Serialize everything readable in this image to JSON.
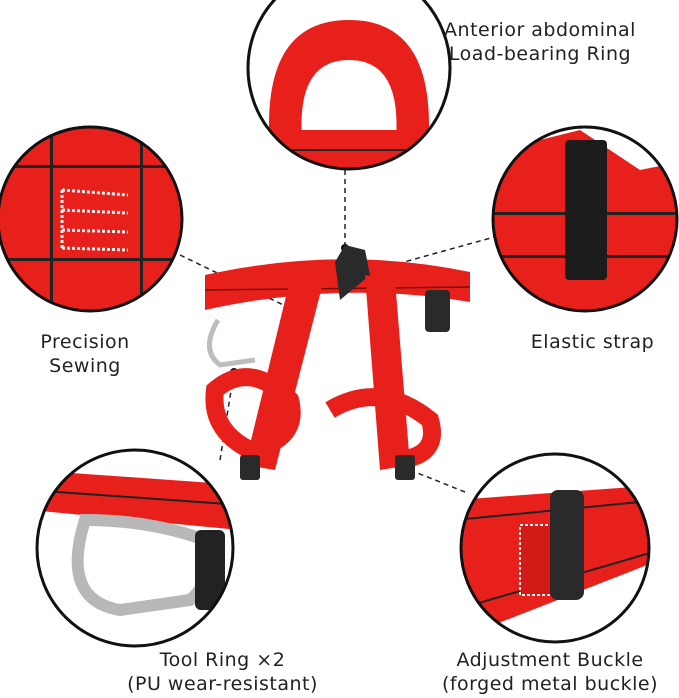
{
  "labels": {
    "top": {
      "line1": "Anterior abdominal",
      "line2": "Load-bearing Ring"
    },
    "left": {
      "line1": "Precision",
      "line2": "Sewing"
    },
    "right": {
      "line1": "Elastic strap"
    },
    "bottom_left": {
      "line1": "Tool Ring ×2",
      "line2": "(PU wear-resistant)"
    },
    "bottom_right": {
      "line1": "Adjustment Buckle",
      "line2": "(forged metal buckle)"
    }
  },
  "colors": {
    "strap": "#e8201c",
    "strap_dark": "#b3120f",
    "stitch": "#1a1a1a",
    "metal": "#c8c8c8",
    "buckle": "#2a2a2a"
  }
}
